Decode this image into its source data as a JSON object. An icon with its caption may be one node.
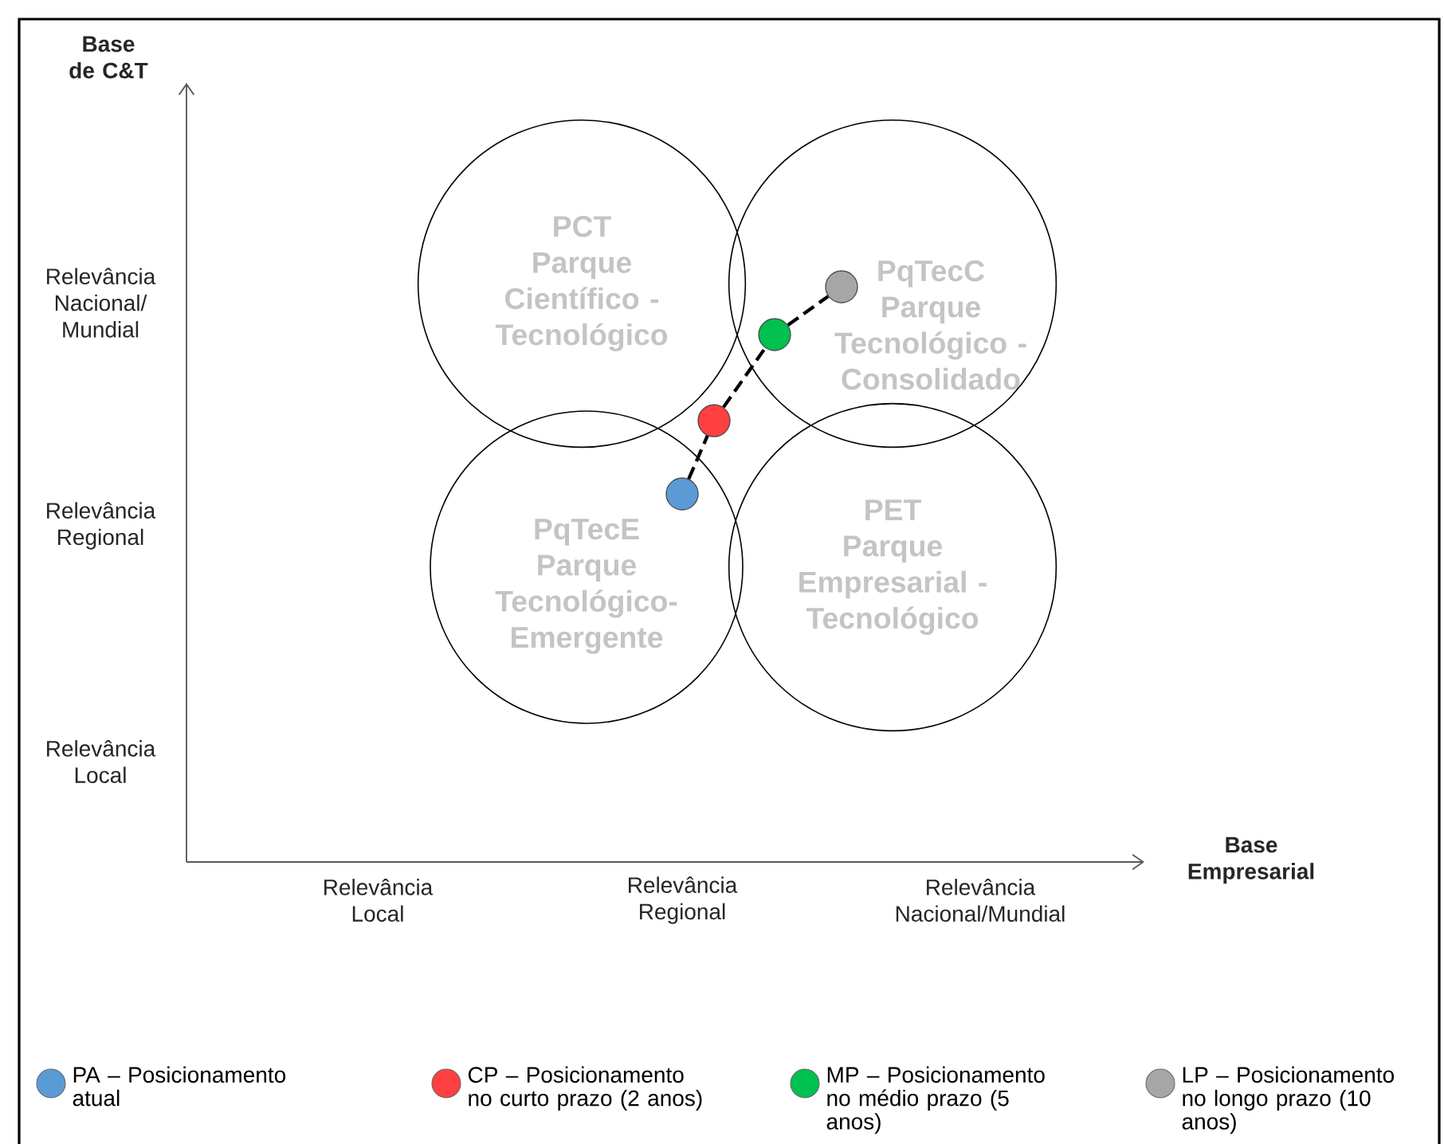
{
  "diagram": {
    "nodes": [
      {
        "text": [
          "PCT",
          "Parque Científico - Tecnológico"
        ]
      },
      {
        "text": [
          "PqTecC",
          "Parque Tecnológico - Consolidado"
        ]
      },
      {
        "text": [
          "PqTecE",
          "Parque Tecnológico-Emergente"
        ]
      },
      {
        "text": [
          "PET",
          "Parque Empresarial - Tecnológico"
        ]
      },
      {
        "text": [],
        "shape": "circle",
        "in": 2
      },
      {
        "text": [],
        "shape": "circle"
      },
      {
        "text": [],
        "shape": "circle",
        "in": 1
      },
      {
        "text": [],
        "shape": "circle",
        "in": 1
      }
    ],
    "edges": [
      {
        "from": 4,
        "to": 5,
        "arrow": "none",
        "style": "dashed"
      },
      {
        "from": 5,
        "to": 6,
        "arrow": "none",
        "style": "dashed"
      },
      {
        "from": 6,
        "to": 7,
        "arrow": "none",
        "style": "dashed"
      }
    ],
    "labels": [
      "Base de C&T",
      "Relevância Nacional/ Mundial",
      "Relevância Regional",
      "Relevância Local",
      "Relevância Local",
      "Relevância Regional",
      "Relevância Nacional/Mundial",
      "Base Empresarial"
    ],
    "legend": [
      {
        "text": "PA – Posicionamento atual",
        "color": "#5b9bd5"
      },
      {
        "text": "CP – Posicionamento no curto prazo (2 anos)",
        "color": "#ff4040"
      },
      {
        "text": "MP – Posicionamento no médio prazo (5 anos)",
        "color": "#00c050"
      },
      {
        "text": "LP – Posicionamento no longo prazo (10 anos)",
        "color": "#a6a6a6"
      }
    ]
  }
}
